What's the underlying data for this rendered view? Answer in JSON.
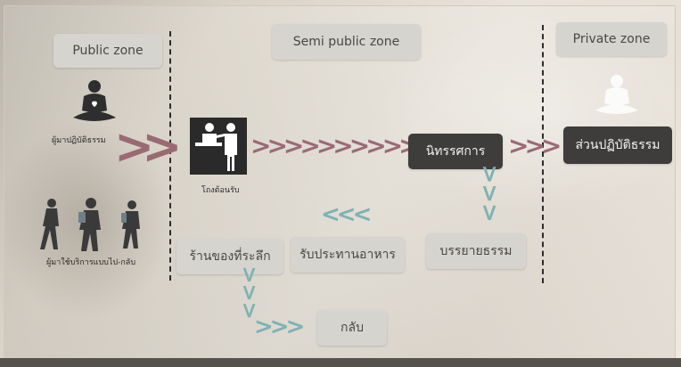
{
  "zones": {
    "public": "Public zone",
    "semi_public": "Semi public zone",
    "private": "Private zone"
  },
  "captions": {
    "meditator": "ผู้มาปฏิบัติธรรม",
    "visitors": "ผู้มาใช้บริการแบบไป-กลับ",
    "reception": "โถงต้อนรับ"
  },
  "boxes": {
    "registration": "นิทรรศการ",
    "practice_area": "ส่วนปฏิบัติธรรม",
    "dharma_talk": "บรรยายธรรม",
    "food": "รับประทานอาหาร",
    "souvenir": "ร้านของที่ระลึก",
    "return": "กลับ"
  },
  "colors": {
    "arrow_forward": "#9a6a73",
    "arrow_return": "#7fb2b2",
    "pill_light": "#d6d4cf",
    "pill_dark": "#3f3d3c"
  },
  "icons": [
    "meditating-person-icon",
    "walking-people-icon",
    "reception-desk-icon",
    "meditating-ghost-icon"
  ]
}
